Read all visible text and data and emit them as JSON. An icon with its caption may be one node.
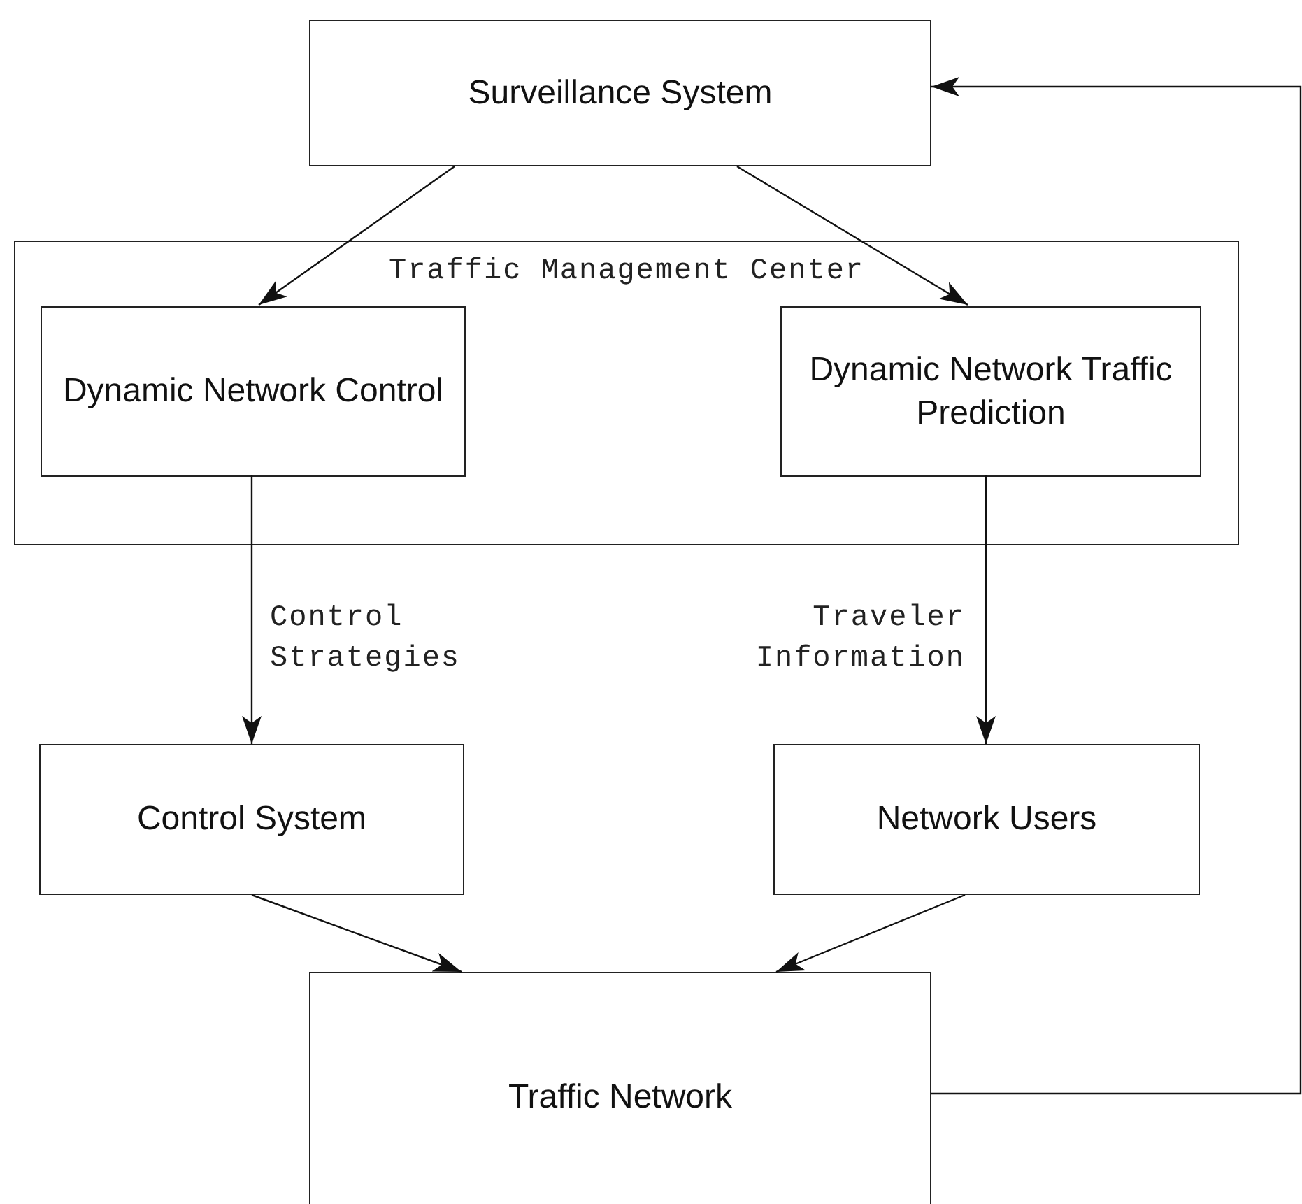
{
  "diagram": {
    "nodes": [
      {
        "text": [
          "Surveillance System"
        ]
      },
      {
        "text": [
          "Traffic Management Center"
        ]
      },
      {
        "text": [
          "Dynamic Network Control"
        ],
        "in": 1
      },
      {
        "text": [
          "Dynamic Network Traffic Prediction"
        ],
        "in": 1
      },
      {
        "text": [
          "Control System"
        ]
      },
      {
        "text": [
          "Network Users"
        ]
      },
      {
        "text": [
          "Traffic Network"
        ]
      }
    ],
    "edges": [
      {
        "from": 0,
        "to": 2,
        "arrow": "to"
      },
      {
        "from": 0,
        "to": 3,
        "arrow": "to"
      },
      {
        "from": 2,
        "to": 4,
        "arrow": "to",
        "label": "Control Strategies"
      },
      {
        "from": 3,
        "to": 5,
        "arrow": "to",
        "label": "Traveler Information"
      },
      {
        "from": 4,
        "to": 6,
        "arrow": "to"
      },
      {
        "from": 5,
        "to": 6,
        "arrow": "to"
      },
      {
        "from": 6,
        "to": 0,
        "arrow": "to"
      }
    ]
  }
}
